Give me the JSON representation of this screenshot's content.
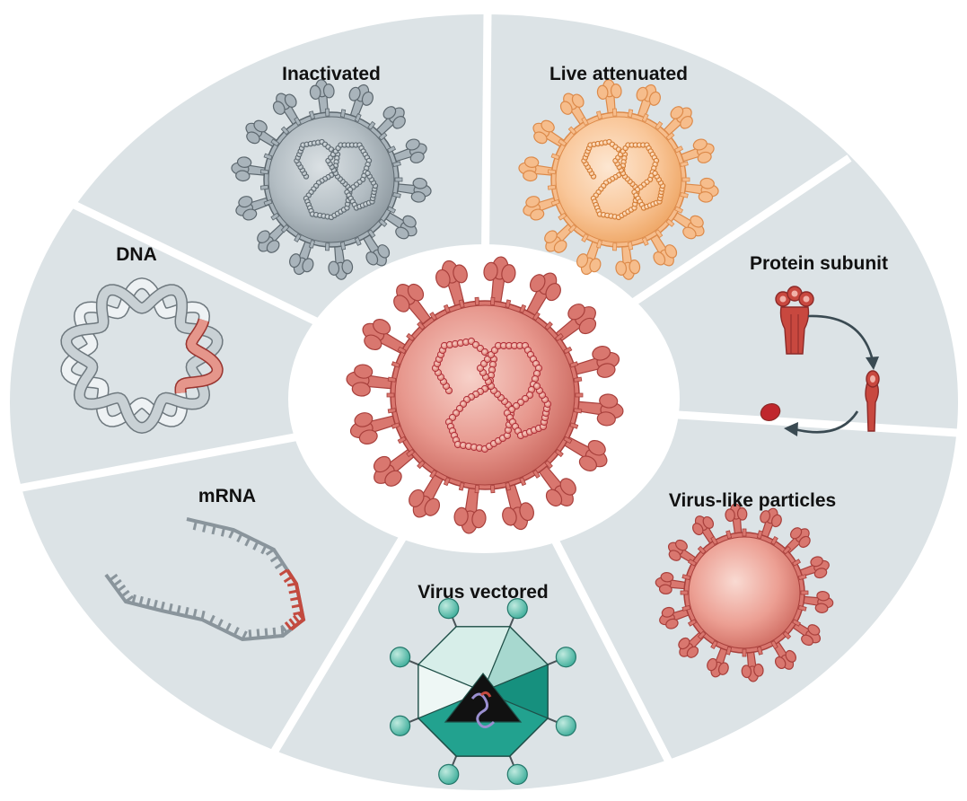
{
  "segments": [
    {
      "id": "inactivated",
      "label": "Inactivated"
    },
    {
      "id": "live-attenuated",
      "label": "Live attenuated"
    },
    {
      "id": "protein-subunit",
      "label": "Protein subunit"
    },
    {
      "id": "virus-like-particles",
      "label": "Virus-like particles"
    },
    {
      "id": "virus-vectored",
      "label": "Virus vectored"
    },
    {
      "id": "mrna",
      "label": "mRNA"
    },
    {
      "id": "dna",
      "label": "DNA"
    }
  ],
  "colors": {
    "panel": "#dce3e6",
    "divider": "#ffffff",
    "center_virus": "#d9776f",
    "center_virus_dark": "#a8403c",
    "inactivated_virus": "#a9b4bb",
    "inactivated_dark": "#5c676e",
    "attenuated_virus": "#f6bd8c",
    "attenuated_dark": "#dc8a4a",
    "protein": "#c8483f",
    "vector_teal": "#22a28f",
    "vector_light": "#a7d8cf",
    "nucleic_grey": "#8a959c",
    "nucleic_red": "#c34a3f"
  }
}
